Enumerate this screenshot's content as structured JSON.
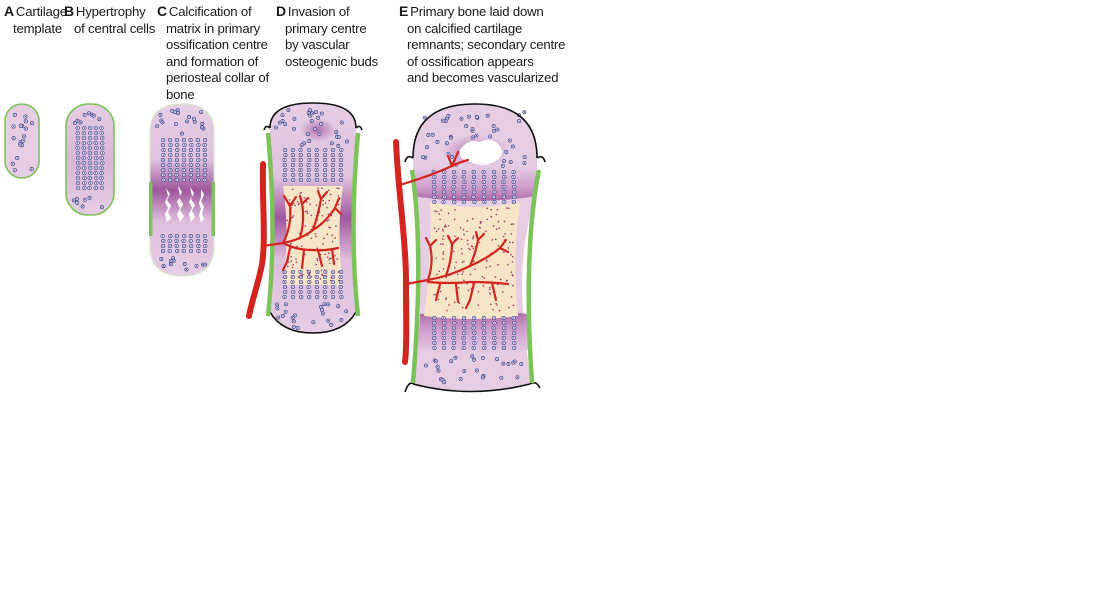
{
  "figure": {
    "panels": [
      {
        "letter": "A",
        "lines": [
          "Cartilage",
          "template"
        ]
      },
      {
        "letter": "B",
        "lines": [
          "Hypertrophy",
          "of central cells"
        ]
      },
      {
        "letter": "C",
        "lines": [
          "Calcification of",
          "matrix in primary",
          "ossification centre",
          "and formation of",
          "periosteal collar of",
          "bone"
        ]
      },
      {
        "letter": "D",
        "lines": [
          "Invasion of",
          "primary centre",
          "by vascular",
          "osteogenic buds"
        ]
      },
      {
        "letter": "E",
        "lines": [
          "Primary bone laid down",
          "on calcified cartilage",
          "remnants; secondary centre",
          "of ossification appears",
          "and becomes vascularized"
        ]
      }
    ],
    "colors": {
      "cartilage": "#e6cde4",
      "hypertrophic": "#a0579e",
      "periosteal_collar": "#7cc35a",
      "vessel": "#d3241f",
      "primary_bone": "#f7e5c8",
      "cell_nucleus": "#3d3f8c",
      "calcified_matrix": "#ffffff",
      "outline": "#111111"
    }
  }
}
